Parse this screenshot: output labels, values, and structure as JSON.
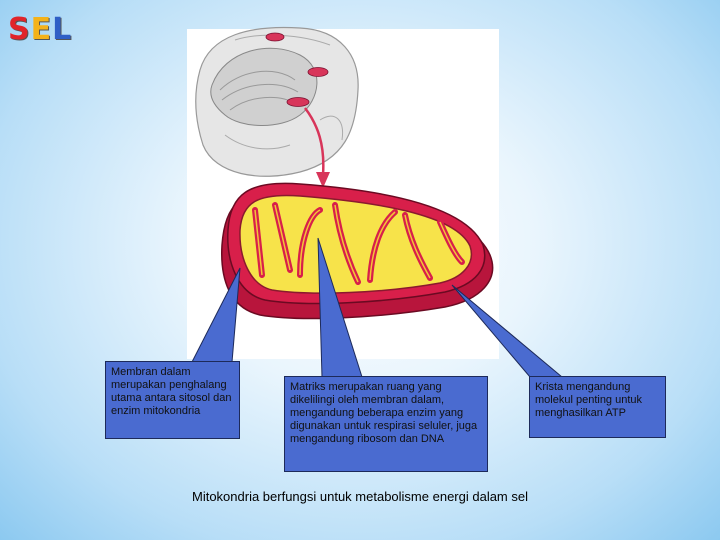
{
  "logo": {
    "letters": [
      "S",
      "E",
      "L"
    ],
    "colors": [
      "#e0242a",
      "#f4b21a",
      "#2f5fc6"
    ]
  },
  "callouts": [
    {
      "id": "inner-membrane",
      "text": "Membran dalam merupakan penghalang utama antara sitosol dan enzim mitokondria"
    },
    {
      "id": "matrix",
      "text": "Matriks merupakan ruang yang dikelilingi oleh membran dalam, mengandung beberapa enzim yang digunakan untuk respirasi seluler, juga mengandung ribosom dan DNA"
    },
    {
      "id": "cristae",
      "text": "Krista mengandung molekul penting untuk menghasilkan ATP"
    }
  ],
  "caption": "Mitokondria berfungsi untuk metabolisme energi dalam sel",
  "colors": {
    "callout_fill": "#4a6bd0",
    "membrane": "#d81f4a",
    "matrix": "#f7e34a"
  }
}
